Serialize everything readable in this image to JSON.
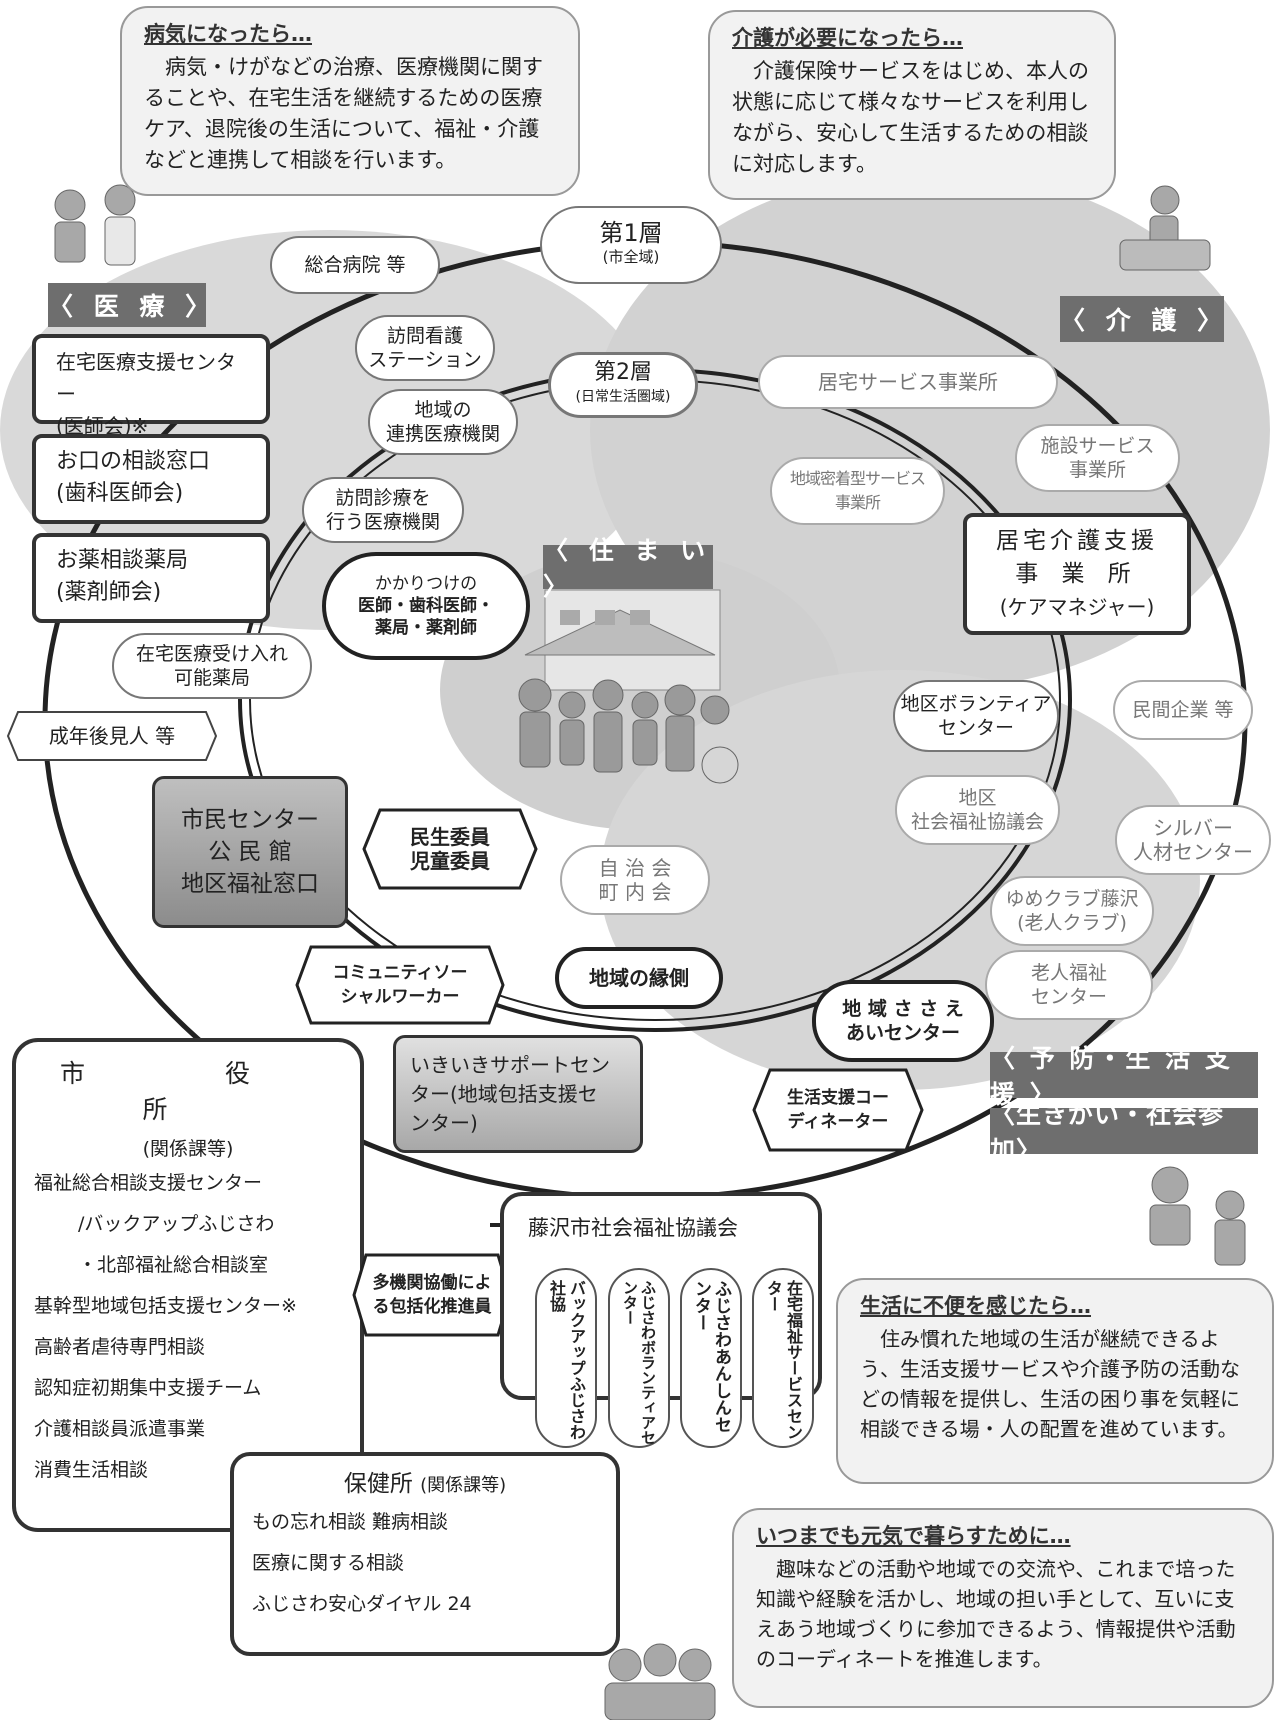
{
  "bubbles": {
    "medical": {
      "title": "病気になったら…",
      "body": "病気・けがなどの治療、医療機関に関することや、在宅生活を継続するための医療ケア、退院後の生活について、福祉・介護などと連携して相談を行います。"
    },
    "care": {
      "title": "介護が必要になったら…",
      "body": "介護保険サービスをはじめ、本人の状態に応じて様々なサービスを利用しながら、安心して生活するための相談に対応します。"
    },
    "inconvenience": {
      "title": "生活に不便を感じたら…",
      "body": "住み慣れた地域の生活が継続できるよう、生活支援サービスや介護予防の活動などの情報を提供し、生活の困り事を気軽に相談できる場・人の配置を進めています。"
    },
    "active": {
      "title": "いつまでも元気で暮らすために…",
      "body": "趣味などの活動や地域での交流や、これまで培った知識や経験を活かし、地域の担い手として、互いに支えあう地域づくりに参加できるよう、情報提供や活動のコーディネートを推進します。"
    }
  },
  "layers": {
    "layer1": {
      "title": "第1層",
      "sub": "(市全域)"
    },
    "layer2": {
      "title": "第2層",
      "sub": "(日常生活圏域)"
    }
  },
  "headers": {
    "medical": "〈 医 療 〉",
    "care": "〈 介 護 〉",
    "housing": "〈 住 ま い 〉",
    "prevention": "〈 予 防・生 活 支 援 〉",
    "purpose": "〈生きがい・社会参加〉"
  },
  "medical_boxes": [
    {
      "line1": "在宅医療支援センター",
      "line2": "(医師会)※"
    },
    {
      "line1": "お口の相談窓口",
      "line2": "(歯科医師会)"
    },
    {
      "line1": "お薬相談薬局",
      "line2": "(薬剤師会)"
    }
  ],
  "ovals": {
    "general_hospital": "総合病院 等",
    "visit_nursing": [
      "訪問看護",
      "ステーション"
    ],
    "regional_medical": [
      "地域の",
      "連携医療機関"
    ],
    "home_visit": [
      "訪問診療を",
      "行う医療機関"
    ],
    "family_doctor": [
      "かかりつけの",
      "医師・歯科医師・",
      "薬局・薬剤師"
    ],
    "home_pharmacy": [
      "在宅医療受け入れ",
      "可能薬局"
    ],
    "home_service": "居宅サービス事業所",
    "facility_service": [
      "施設サービス",
      "事業所"
    ],
    "community_service": [
      "地域密着型サービス",
      "事業所"
    ],
    "volunteer_center": [
      "地区ボランティア",
      "センター"
    ],
    "private_company": "民間企業 等",
    "district_council": [
      "地区",
      "社会福祉協議会"
    ],
    "silver": [
      "シルバー",
      "人材センター"
    ],
    "yume_club": [
      "ゆめクラブ藤沢",
      "(老人クラブ)"
    ],
    "elderly_center": [
      "老人福祉",
      "センター"
    ],
    "jichikai": [
      "自 治 会",
      "町 内 会"
    ],
    "engawa": "地域の縁側",
    "sasae": [
      "地 域 さ さ え",
      "あいセンター"
    ]
  },
  "care_manager": [
    "居宅介護支援",
    "事 業 所",
    "(ケアマネジャー)"
  ],
  "guardian": "成年後見人 等",
  "citizen_center": [
    "市民センター",
    "公 民 館",
    "地区福祉窓口"
  ],
  "minsei": [
    "民生委員",
    "児童委員"
  ],
  "csw": [
    "コミュニティソー",
    "シャルワーカー"
  ],
  "ikiiki": [
    "いきいきサポートセン",
    "ター(地域包括支援セ",
    "ンター)"
  ],
  "coordinator": [
    "生活支援コー",
    "ディネーター"
  ],
  "city_hall": {
    "title": "市 役 所",
    "sub": "(関係課等)",
    "items": [
      "福祉総合相談支援センター",
      "/バックアップふじさわ",
      "・北部福祉総合相談室",
      "基幹型地域包括支援センター※",
      "高齢者虐待専門相談",
      "認知症初期集中支援チーム",
      "介護相談員派遣事業",
      "消費生活相談"
    ]
  },
  "health_center": {
    "title": "保健所",
    "sub": "(関係課等)",
    "items": [
      "もの忘れ相談 難病相談",
      "医療に関する相談",
      "ふじさわ安心ダイヤル 24"
    ]
  },
  "multi_agency": [
    "多機関協働によ",
    "る包括化推進員"
  ],
  "council": {
    "title": "藤沢市社会福祉協議会",
    "pills": [
      "バックアップふじさわ社協",
      "ふじさわボランティアセンター",
      "ふじさわあんしんセンター",
      "在宅福祉サービスセンター"
    ]
  }
}
